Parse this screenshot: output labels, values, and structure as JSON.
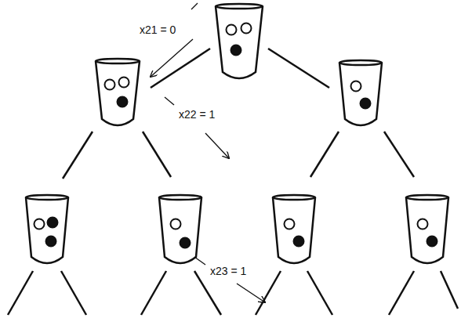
{
  "diagram": {
    "labels": [
      "x21 = 0",
      "x22 = 1",
      "x23 = 1"
    ]
  }
}
